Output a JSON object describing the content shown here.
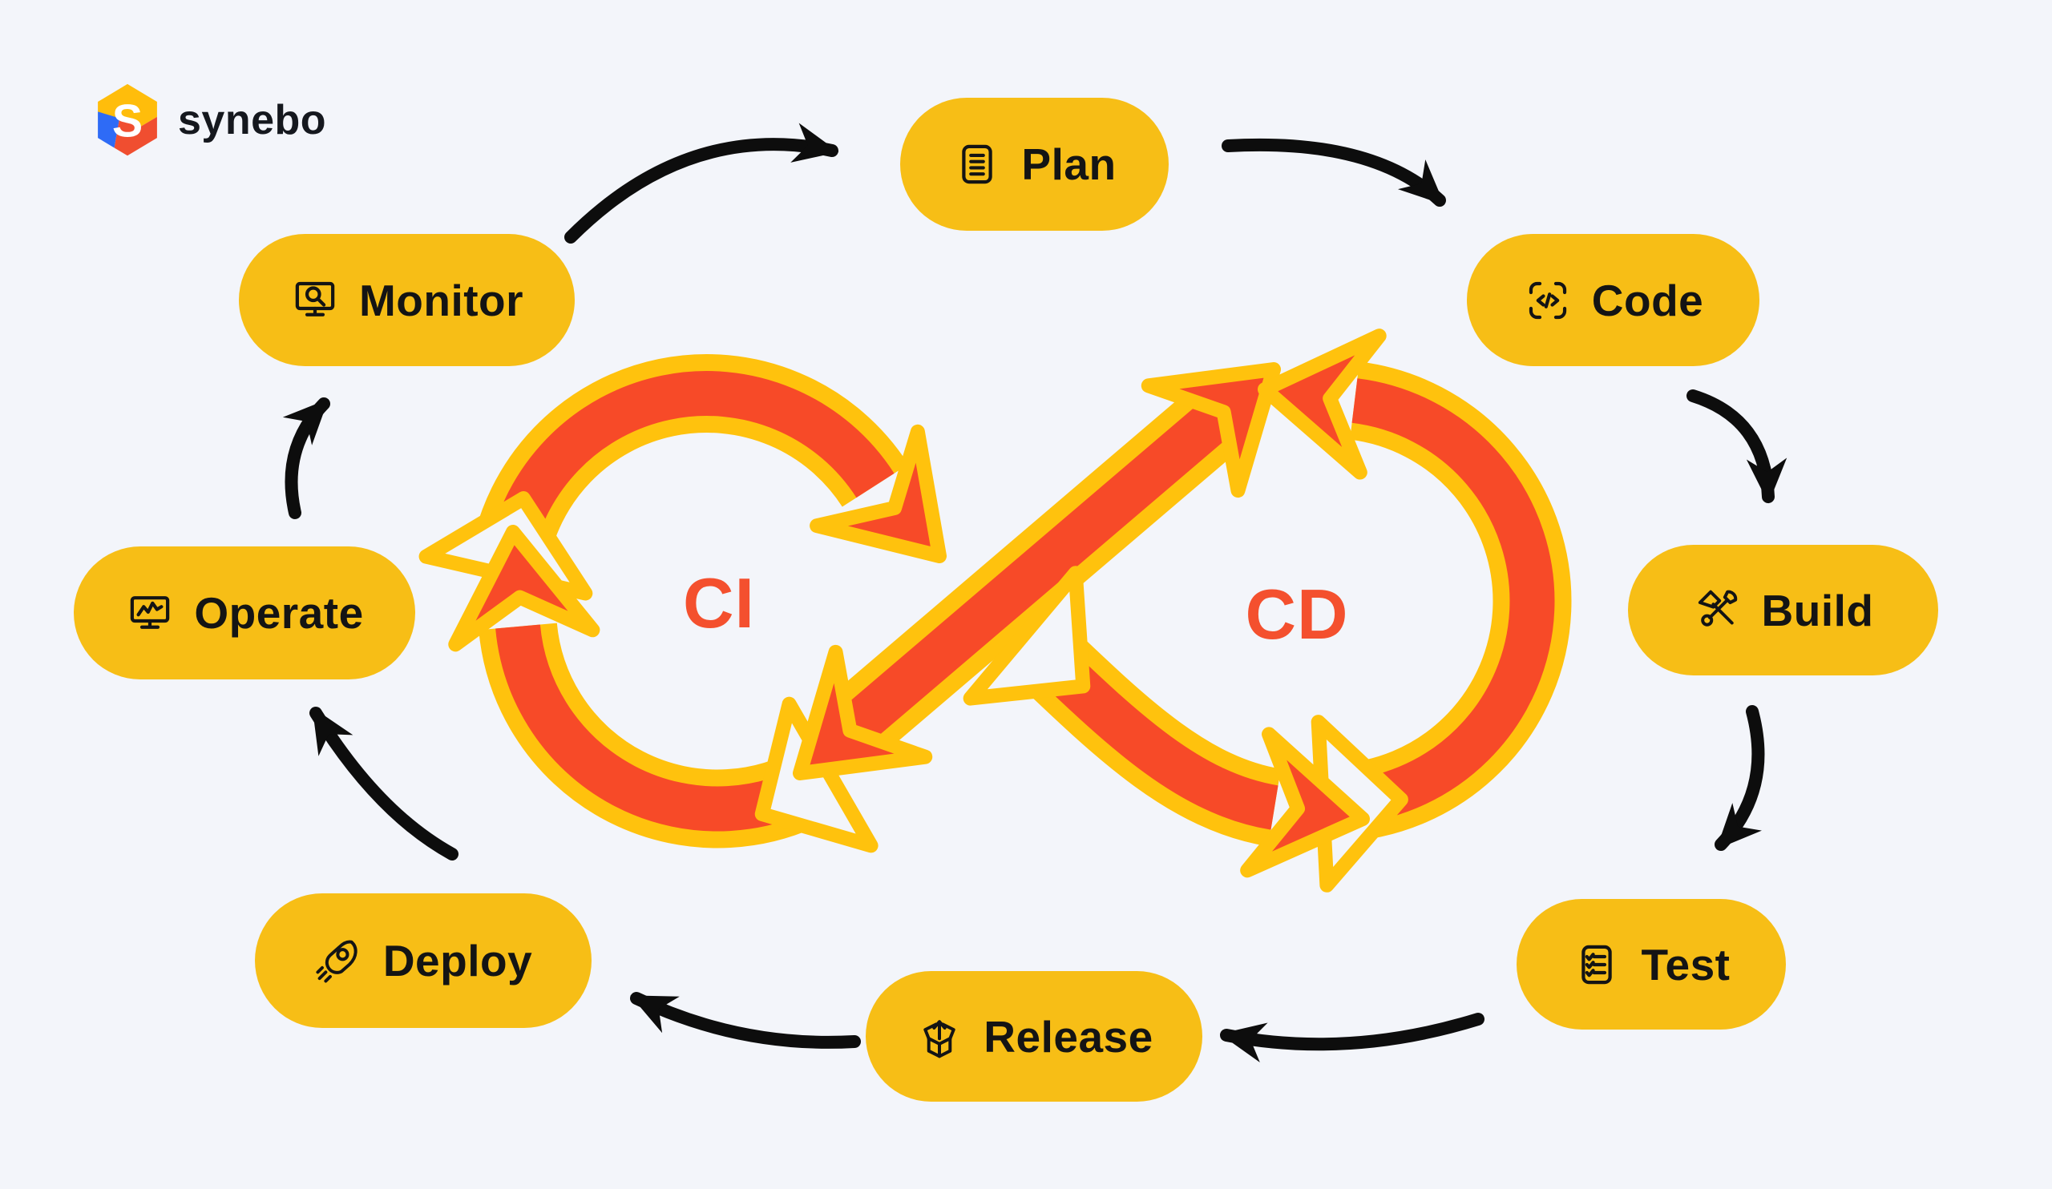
{
  "page": {
    "background_color": "#F3F5FA"
  },
  "logo": {
    "text": "synebo",
    "colors": {
      "yellow": "#FFBD0B",
      "blue": "#2E6BF6",
      "red": "#F04E30",
      "letter": "#FFFFFF"
    }
  },
  "diagram": {
    "type": "devops-cicd-infinity-loop",
    "ribbon": {
      "fill_color": "#F74A28",
      "outline_color": "#FFC20D"
    },
    "connector_color": "#0D0D0D",
    "pill_color": "#F7BE16",
    "pill_text_color": "#141414",
    "loop_label_color": "#F4502E",
    "loops": [
      {
        "id": "ci",
        "label": "CI"
      },
      {
        "id": "cd",
        "label": "CD"
      }
    ],
    "stages": [
      {
        "id": "plan",
        "label": "Plan",
        "icon": "document-lines-icon"
      },
      {
        "id": "code",
        "label": "Code",
        "icon": "code-brackets-icon"
      },
      {
        "id": "build",
        "label": "Build",
        "icon": "hammer-wrench-icon"
      },
      {
        "id": "test",
        "label": "Test",
        "icon": "checklist-icon"
      },
      {
        "id": "release",
        "label": "Release",
        "icon": "package-up-icon"
      },
      {
        "id": "deploy",
        "label": "Deploy",
        "icon": "rocket-icon"
      },
      {
        "id": "operate",
        "label": "Operate",
        "icon": "monitor-chart-icon"
      },
      {
        "id": "monitor",
        "label": "Monitor",
        "icon": "monitor-search-icon"
      }
    ],
    "flow_arrows": [
      "monitor-to-plan",
      "plan-to-code",
      "code-to-build",
      "build-to-test",
      "test-to-release",
      "release-to-deploy",
      "deploy-to-operate",
      "operate-to-monitor"
    ]
  }
}
